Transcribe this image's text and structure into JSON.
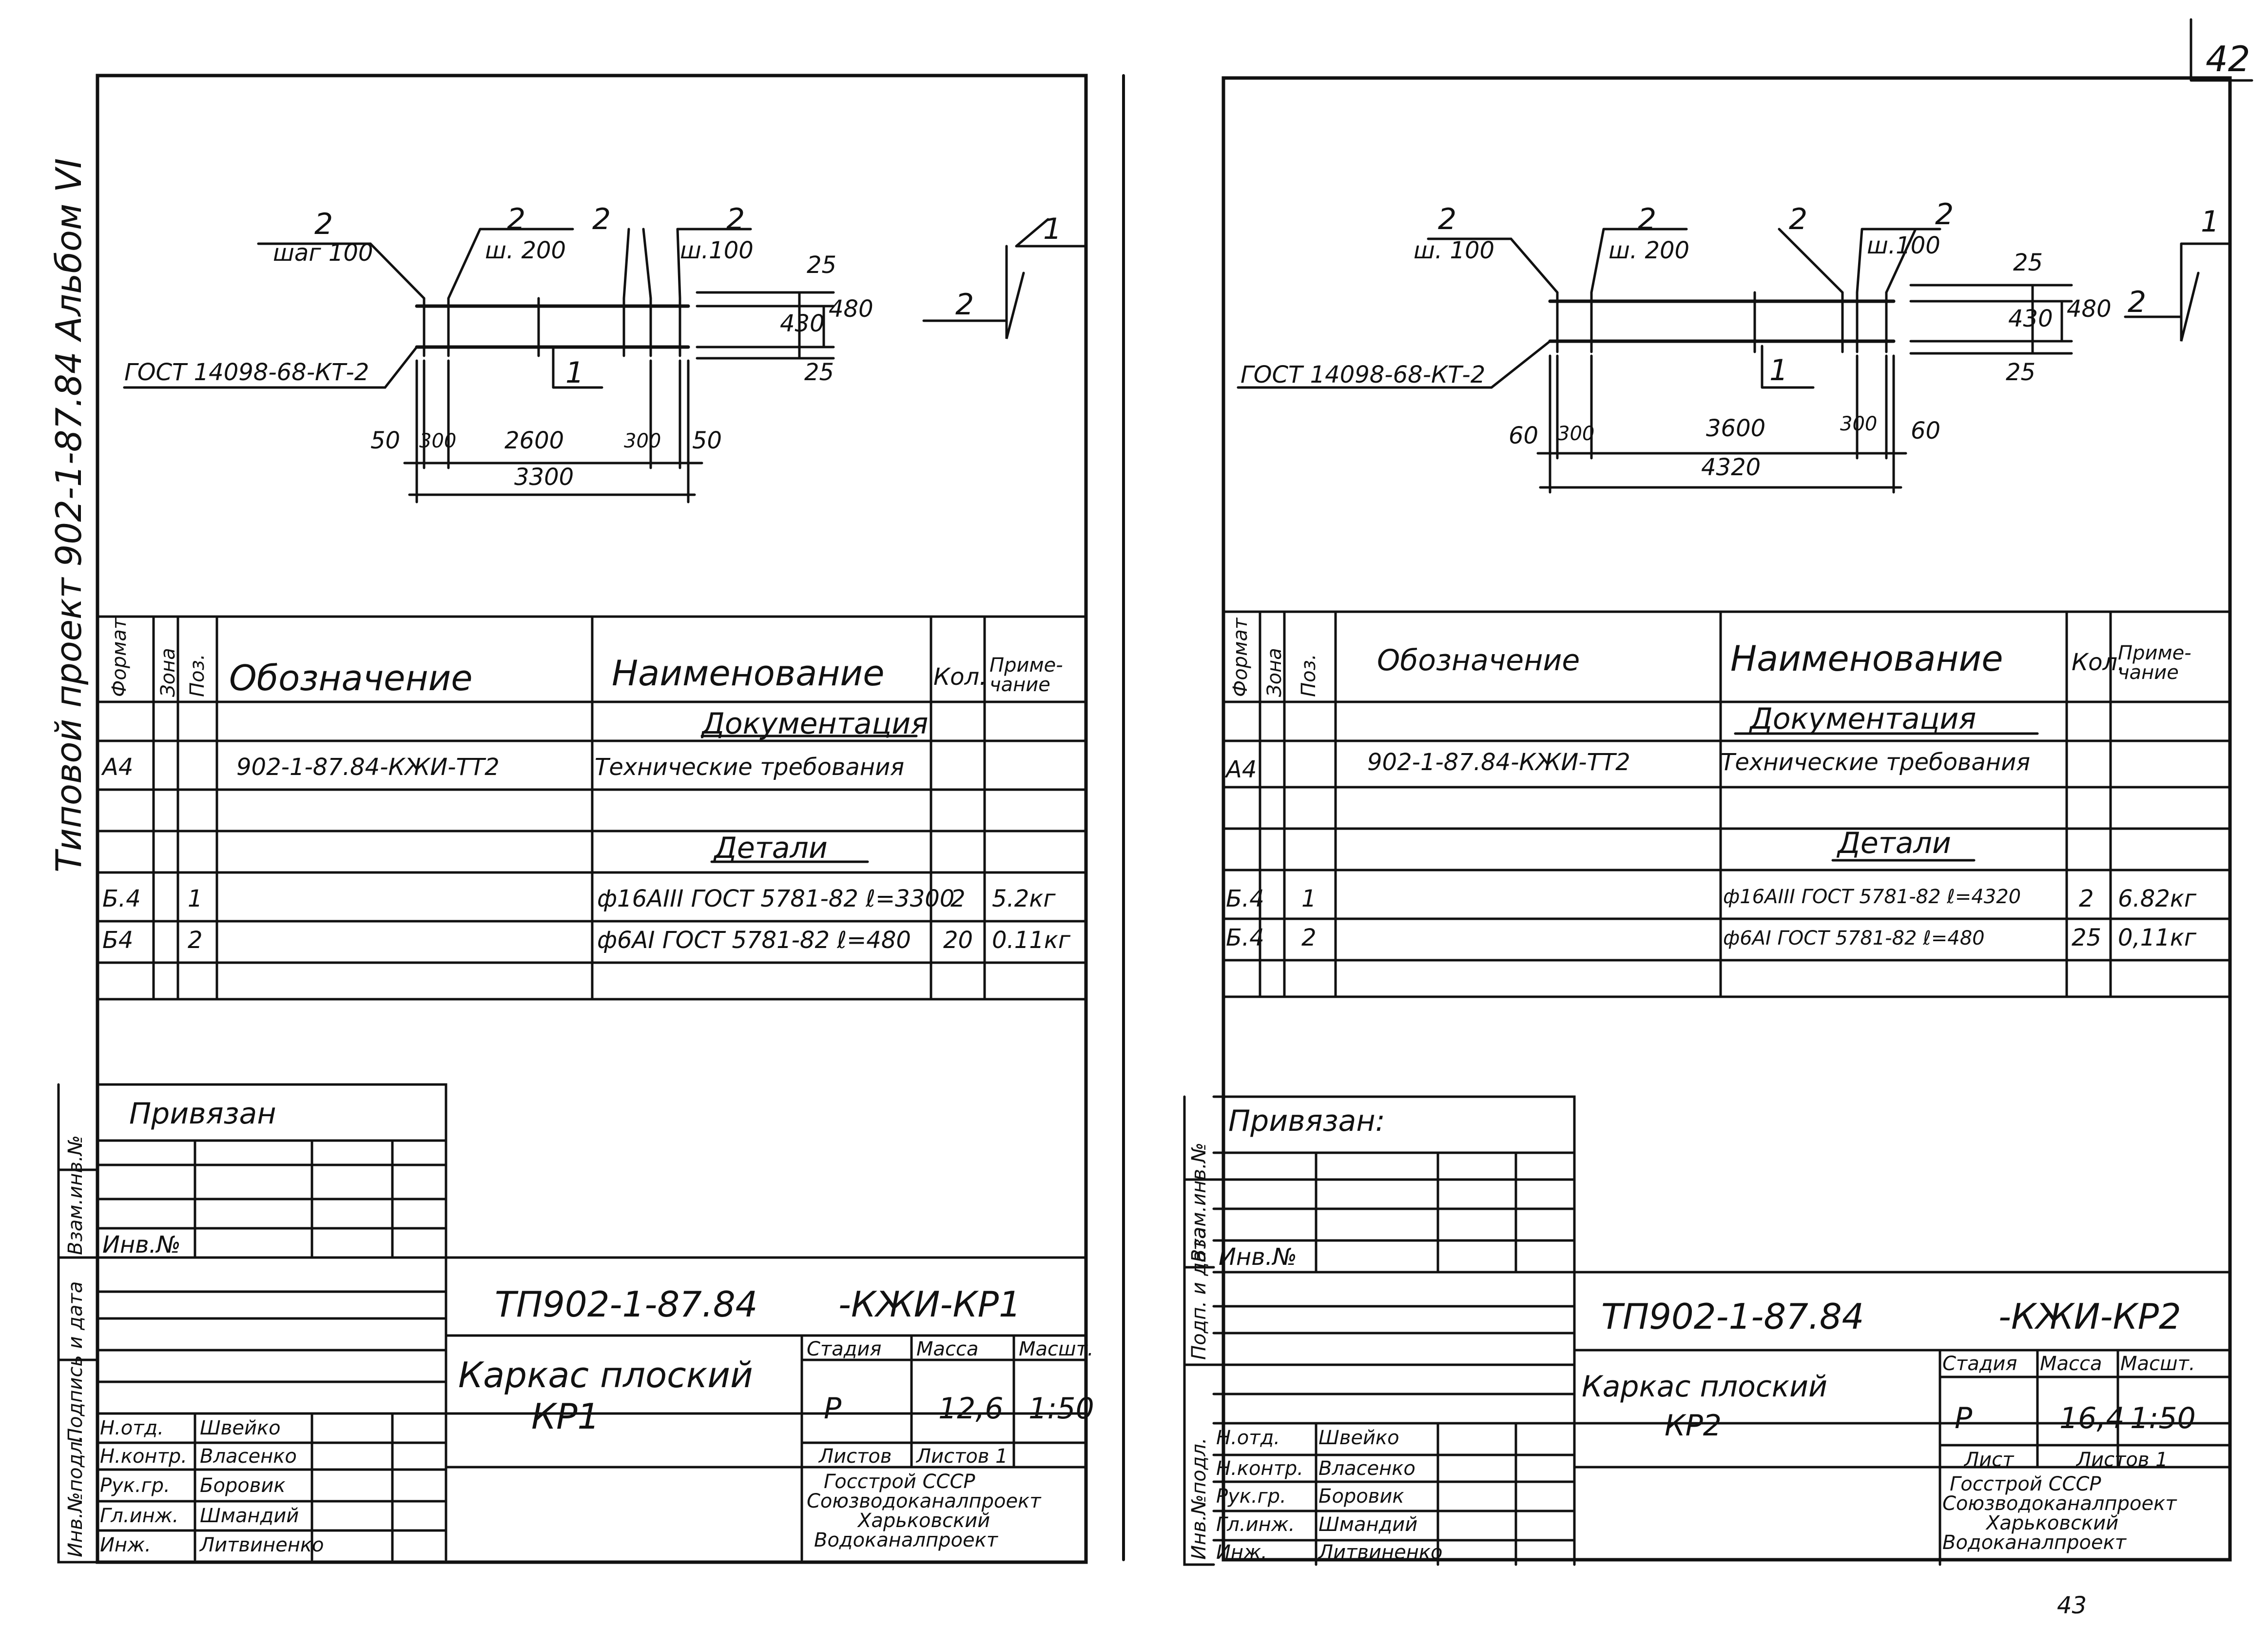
{
  "sheet": {
    "number_top": "42",
    "number_bottom": "43",
    "side_title": "Типовой проект 902-1-87.84 Альбом VI"
  },
  "left": {
    "drawing": {
      "b1": "2",
      "s1": "шаг 100",
      "b2": "2",
      "s2": "ш. 200",
      "b3": "2",
      "b4": "2",
      "s4": "ш.100",
      "weld": "ГОСТ 14098-68-КТ-2",
      "pos1": "1",
      "d25a": "25",
      "d430": "430",
      "d480": "480",
      "d25b": "25",
      "dim50a": "50",
      "dim300a": "300",
      "dim2600": "2600",
      "dim300b": "300",
      "dim50b": "50",
      "dim3300": "3300",
      "sec1": "1",
      "sec2": "2"
    },
    "spec": {
      "h_format": "Формат",
      "h_zone": "Зона",
      "h_pos": "Поз.",
      "h_code": "Обозначение",
      "h_name": "Наименование",
      "h_qty": "Кол.",
      "h_note": "Приме-чание",
      "sec_doc": "Документация",
      "r1_fmt": "А4",
      "r1_code": "902-1-87.84-КЖИ-ТТ2",
      "r1_name": "Технические требования",
      "sec_det": "Детали",
      "r2_fmt": "Б.4",
      "r2_pos": "1",
      "r2_name": "ф16АIII ГОСТ 5781-82 ℓ=3300",
      "r2_qty": "2",
      "r2_note": "5.2кг",
      "r3_fmt": "Б4",
      "r3_pos": "2",
      "r3_name": "ф6АI ГОСТ 5781-82 ℓ=480",
      "r3_qty": "20",
      "r3_note": "0.11кг"
    },
    "stamp": {
      "bound": "Привязан",
      "inv": "Инв.№",
      "code": "ТП902-1-87.84",
      "code2": "-КЖИ-КР1",
      "title": "Каркас плоский",
      "title2": "КР1",
      "h_stage": "Стадия",
      "h_mass": "Масса",
      "h_scale": "Масшт.",
      "stage": "Р",
      "mass": "12,6",
      "scale": "1:50",
      "sheet": "Листов",
      "sheets": "Листов 1",
      "org1": "Госстрой СССР",
      "org2": "Союзводоканалпроект",
      "org3": "Харьковский",
      "org4": "Водоканалпроект",
      "p1r": "Н.отд.",
      "p1n": "Швейко",
      "p2r": "Н.контр.",
      "p2n": "Власенко",
      "p3r": "Рук.гр.",
      "p3n": "Боровик",
      "p4r": "Гл.инж.",
      "p4n": "Шмандий",
      "p5r": "Инж.",
      "p5n": "Литвиненко",
      "sv1": "Инв.№подл.",
      "sv2": "Подпись и дата",
      "sv3": "Взам.инв.№"
    }
  },
  "right": {
    "drawing": {
      "b1": "2",
      "s1": "ш. 100",
      "b2": "2",
      "s2": "ш. 200",
      "b3": "2",
      "b4": "2",
      "s4": "ш.100",
      "weld": "ГОСТ 14098-68-КТ-2",
      "pos1": "1",
      "d25a": "25",
      "d430": "430",
      "d480": "480",
      "d25b": "25",
      "dim60a": "60",
      "dim300a": "300",
      "dim3600": "3600",
      "dim300b": "300",
      "dim60b": "60",
      "dim4320": "4320",
      "sec1": "1",
      "sec2": "2"
    },
    "spec": {
      "h_format": "Формат",
      "h_zone": "Зона",
      "h_pos": "Поз.",
      "h_code": "Обозначение",
      "h_name": "Наименование",
      "h_qty": "Кол.",
      "h_note": "Приме-чание",
      "sec_doc": "Документация",
      "r1_fmt": "А4",
      "r1_code": "902-1-87.84-КЖИ-ТТ2",
      "r1_name": "Технические требования",
      "sec_det": "Детали",
      "r2_fmt": "Б.4",
      "r2_pos": "1",
      "r2_name": "ф16АIII ГОСТ 5781-82 ℓ=4320",
      "r2_qty": "2",
      "r2_note": "6.82кг",
      "r3_fmt": "Б.4",
      "r3_pos": "2",
      "r3_name": "ф6АI ГОСТ 5781-82 ℓ=480",
      "r3_qty": "25",
      "r3_note": "0,11кг"
    },
    "stamp": {
      "bound": "Привязан:",
      "inv": "Инв.№",
      "code": "ТП902-1-87.84",
      "code2": "-КЖИ-КР2",
      "title": "Каркас плоский",
      "title2": "КР2",
      "h_stage": "Стадия",
      "h_mass": "Масса",
      "h_scale": "Масшт.",
      "stage": "Р",
      "mass": "16,4",
      "scale": "1:50",
      "sheet": "Лист",
      "sheets": "Листов 1",
      "org1": "Госстрой СССР",
      "org2": "Союзводоканалпроект",
      "org3": "Харьковский",
      "org4": "Водоканалпроект",
      "p1r": "Н.отд.",
      "p1n": "Швейко",
      "p2r": "Н.контр.",
      "p2n": "Власенко",
      "p3r": "Рук.гр.",
      "p3n": "Боровик",
      "p4r": "Гл.инж.",
      "p4n": "Шмандий",
      "p5r": "Инж.",
      "p5n": "Литвиненко",
      "sv1": "Инв.№подл.",
      "sv2": "Подп. и дата",
      "sv3": "Взам.инв.№"
    }
  }
}
